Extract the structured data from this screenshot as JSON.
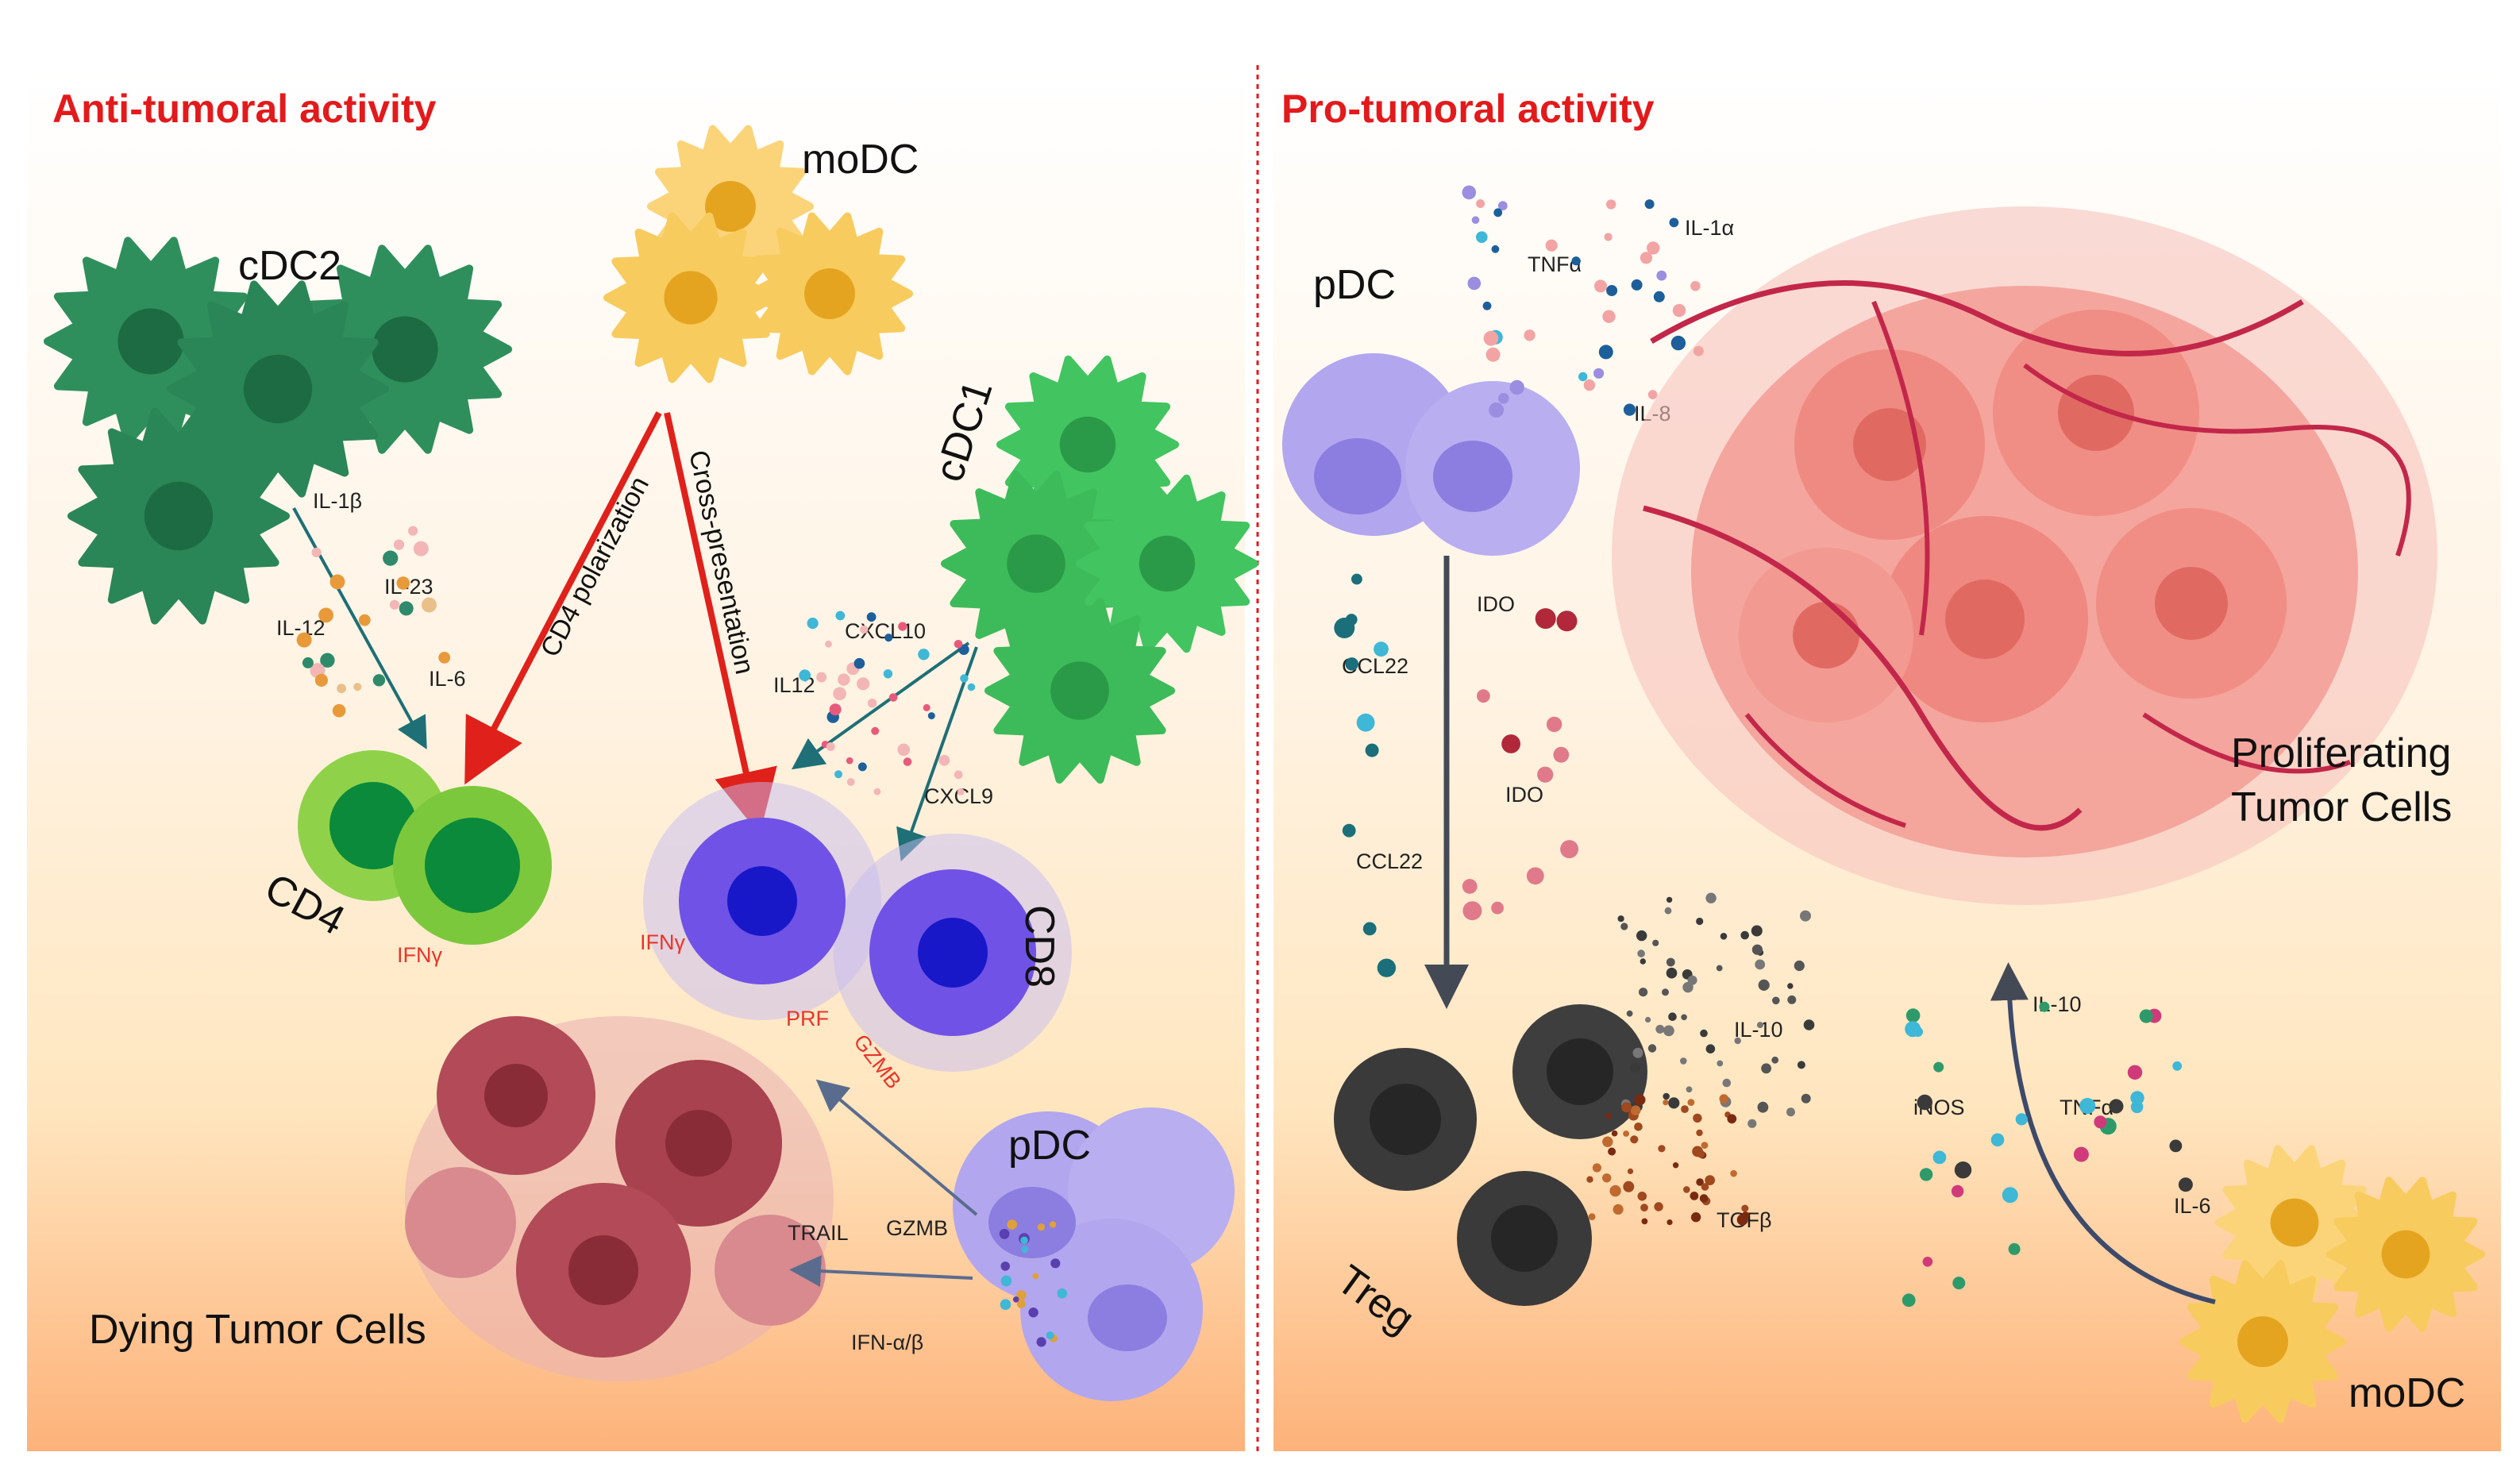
{
  "colors": {
    "title_red": "#e31a1c",
    "cdc2_green": "#2f8f5c",
    "cdc1_green": "#3fc35e",
    "modc_yellow": "#f0b43a",
    "pdc_lavender": "#a79bea",
    "cd4_green": "#4cb848",
    "cd8_purple": "#6a4ee0",
    "treg_gray": "#3a3a3a",
    "tumor_dying": "#b4505a",
    "tumor_proliferating": "#ee8078",
    "arrow_red": "#e0211b",
    "arrow_teal": "#1e6f76",
    "arrow_slate": "#5a6c8e"
  },
  "panels": {
    "left": {
      "title": "Anti-tumoral activity",
      "cells": {
        "modc": "moDC",
        "cdc2": "cDC2",
        "cdc1": "cDC1",
        "cd4": "CD4",
        "cd8": "CD8",
        "pdc": "pDC",
        "dying": "Dying Tumor Cells"
      },
      "arrows": {
        "cd4_polarization": "CD4 polarization",
        "cross_presentation": "Cross-presentation"
      },
      "cytokines": {
        "il1b": "IL-1β",
        "il23": "IL-23",
        "il12": "IL-12",
        "il6": "IL-6",
        "cxcl10": "CXCL10",
        "il12b": "IL12",
        "cxcl9": "CXCL9",
        "ifng_cd4": "IFNγ",
        "ifng_cd8": "IFNγ",
        "prf": "PRF",
        "gzmb_red": "GZMB",
        "trail": "TRAIL",
        "gzmb": "GZMB",
        "ifnab": "IFN-α/β"
      }
    },
    "right": {
      "title": "Pro-tumoral activity",
      "cells": {
        "pdc": "pDC",
        "treg": "Treg",
        "modc": "moDC",
        "proliferating_1": "Proliferating",
        "proliferating_2": "Tumor Cells"
      },
      "cytokines": {
        "tnfa": "TNFα",
        "il1a": "IL-1α",
        "il8": "IL-8",
        "ido1": "IDO",
        "ccl22_1": "CCL22",
        "ido2": "IDO",
        "ccl22_2": "CCL22",
        "il10": "IL-10",
        "tgfb": "TGFβ",
        "il10b": "IL-10",
        "inos": "iNOS",
        "tnfa2": "TNFα",
        "il6": "IL-6"
      }
    }
  },
  "icons": [
    "cdc2-cell-icon",
    "modc-cell-icon",
    "cdc1-cell-icon",
    "cd4-cell-icon",
    "cd8-cell-icon",
    "pdc-cell-icon",
    "dying-tumor-icon",
    "treg-cell-icon",
    "proliferating-tumor-icon"
  ]
}
